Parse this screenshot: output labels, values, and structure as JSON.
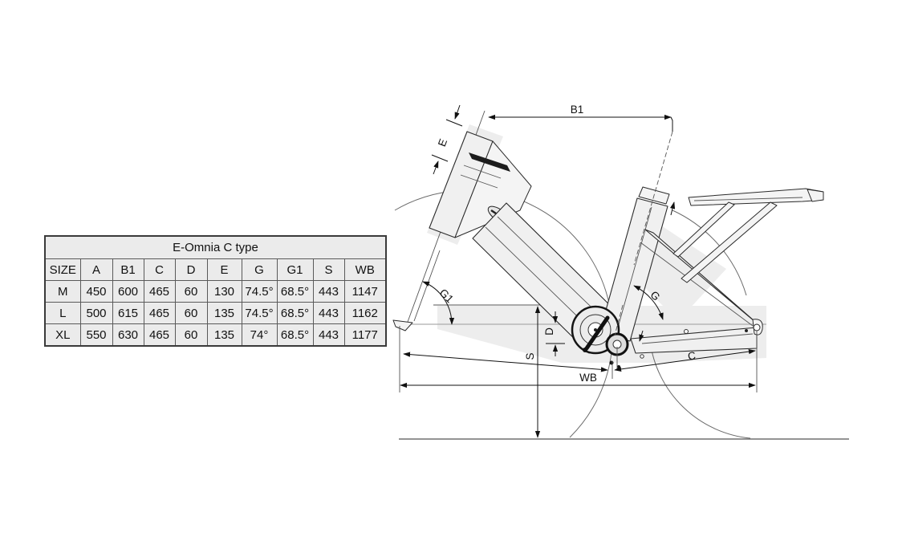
{
  "table": {
    "title": "E-Omnia C type",
    "headers": [
      "SIZE",
      "A",
      "B1",
      "C",
      "D",
      "E",
      "G",
      "G1",
      "S",
      "WB"
    ],
    "rows": [
      {
        "size": "M",
        "values": [
          "450",
          "600",
          "465",
          "60",
          "130",
          "74.5°",
          "68.5°",
          "443",
          "1147"
        ]
      },
      {
        "size": "L",
        "values": [
          "500",
          "615",
          "465",
          "60",
          "135",
          "74.5°",
          "68.5°",
          "443",
          "1162"
        ]
      },
      {
        "size": "XL",
        "values": [
          "550",
          "630",
          "465",
          "60",
          "135",
          "74°",
          "68.5°",
          "443",
          "1177"
        ]
      }
    ]
  },
  "diagram": {
    "labels": {
      "b1": "B1",
      "e": "E",
      "g1": "G1",
      "g": "G",
      "d": "D",
      "s": "S",
      "c": "C",
      "wb": "WB"
    }
  },
  "colors": {
    "line": "#2b2b2b",
    "dim": "#111111",
    "frame_fill": "#f0f0f0",
    "table_bg": "#ebebeb"
  }
}
